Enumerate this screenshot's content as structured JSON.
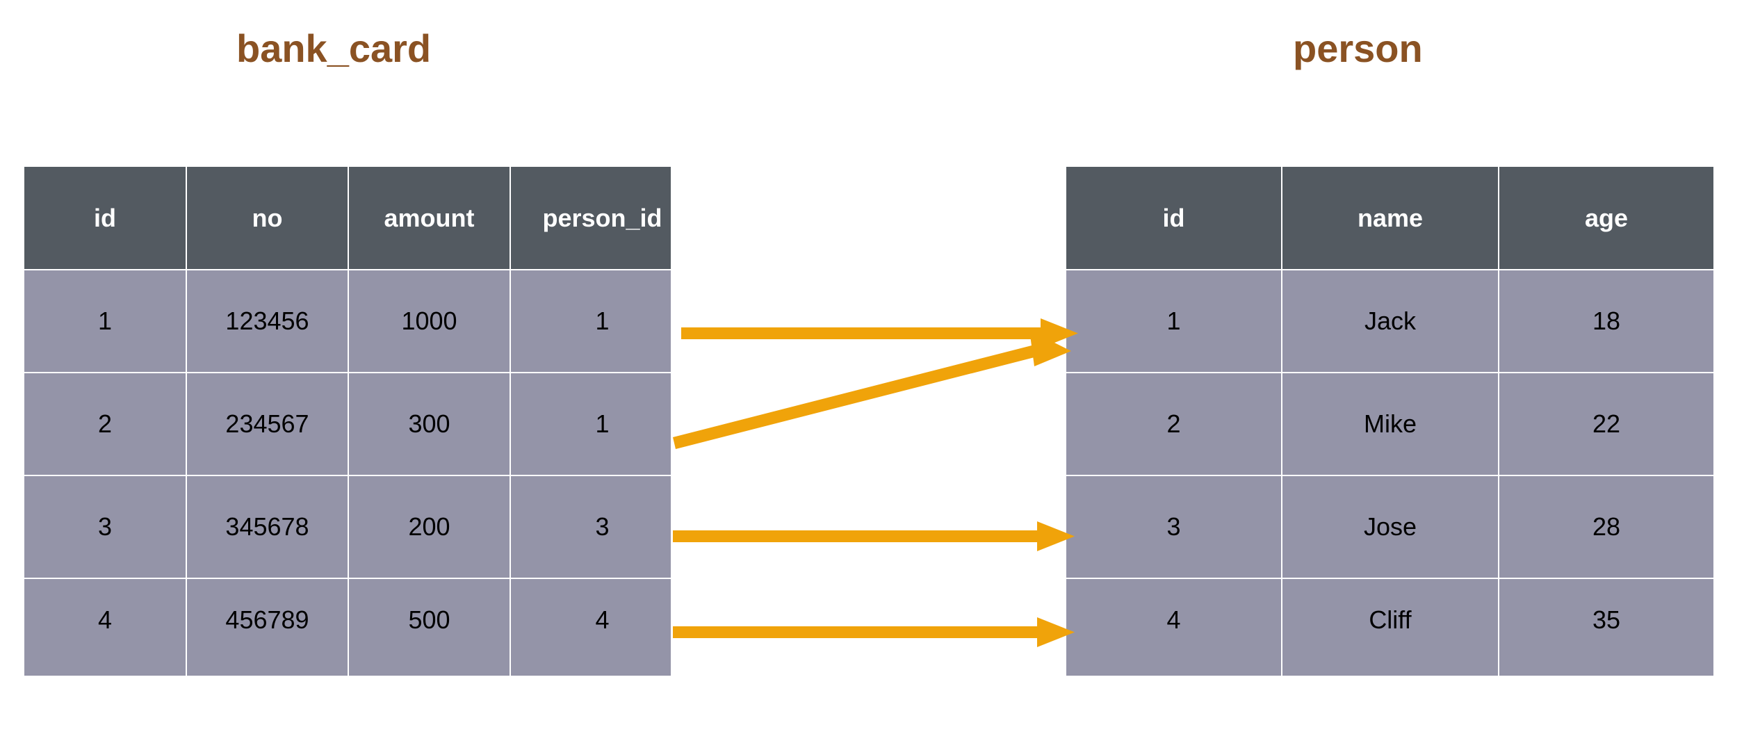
{
  "diagram": {
    "kind": "foreign-key-relation-diagram",
    "background_color": "#ffffff",
    "title_color": "#8a5223",
    "header_bg_color": "#535a61",
    "header_text_color": "#ffffff",
    "cell_bg_color": "#9494a8",
    "cell_text_color": "#000000",
    "grid_line_color": "#ffffff",
    "arrow_color": "#f0a30a"
  },
  "left_table": {
    "title": "bank_card",
    "columns": [
      "id",
      "no",
      "amount",
      "person_id"
    ],
    "rows": [
      [
        "1",
        "123456",
        "1000",
        "1"
      ],
      [
        "2",
        "234567",
        "300",
        "1"
      ],
      [
        "3",
        "345678",
        "200",
        "3"
      ],
      [
        "4",
        "456789",
        "500",
        "4"
      ]
    ]
  },
  "right_table": {
    "title": "person",
    "columns": [
      "id",
      "name",
      "age"
    ],
    "rows": [
      [
        "1",
        "Jack",
        "18"
      ],
      [
        "2",
        "Mike",
        "22"
      ],
      [
        "3",
        "Jose",
        "28"
      ],
      [
        "4",
        "Cliff",
        "35"
      ]
    ]
  },
  "relations": [
    {
      "name": "arrow-row1-to-person1",
      "from_row": 1,
      "to_row": 1,
      "from_value": "1",
      "to_value": "1",
      "shape": "straight"
    },
    {
      "name": "arrow-row2-to-person1",
      "from_row": 2,
      "to_row": 1,
      "from_value": "1",
      "to_value": "1",
      "shape": "diagonal"
    },
    {
      "name": "arrow-row3-to-person3",
      "from_row": 3,
      "to_row": 3,
      "from_value": "3",
      "to_value": "3",
      "shape": "straight"
    },
    {
      "name": "arrow-row4-to-person4",
      "from_row": 4,
      "to_row": 4,
      "from_value": "4",
      "to_value": "4",
      "shape": "straight"
    }
  ]
}
